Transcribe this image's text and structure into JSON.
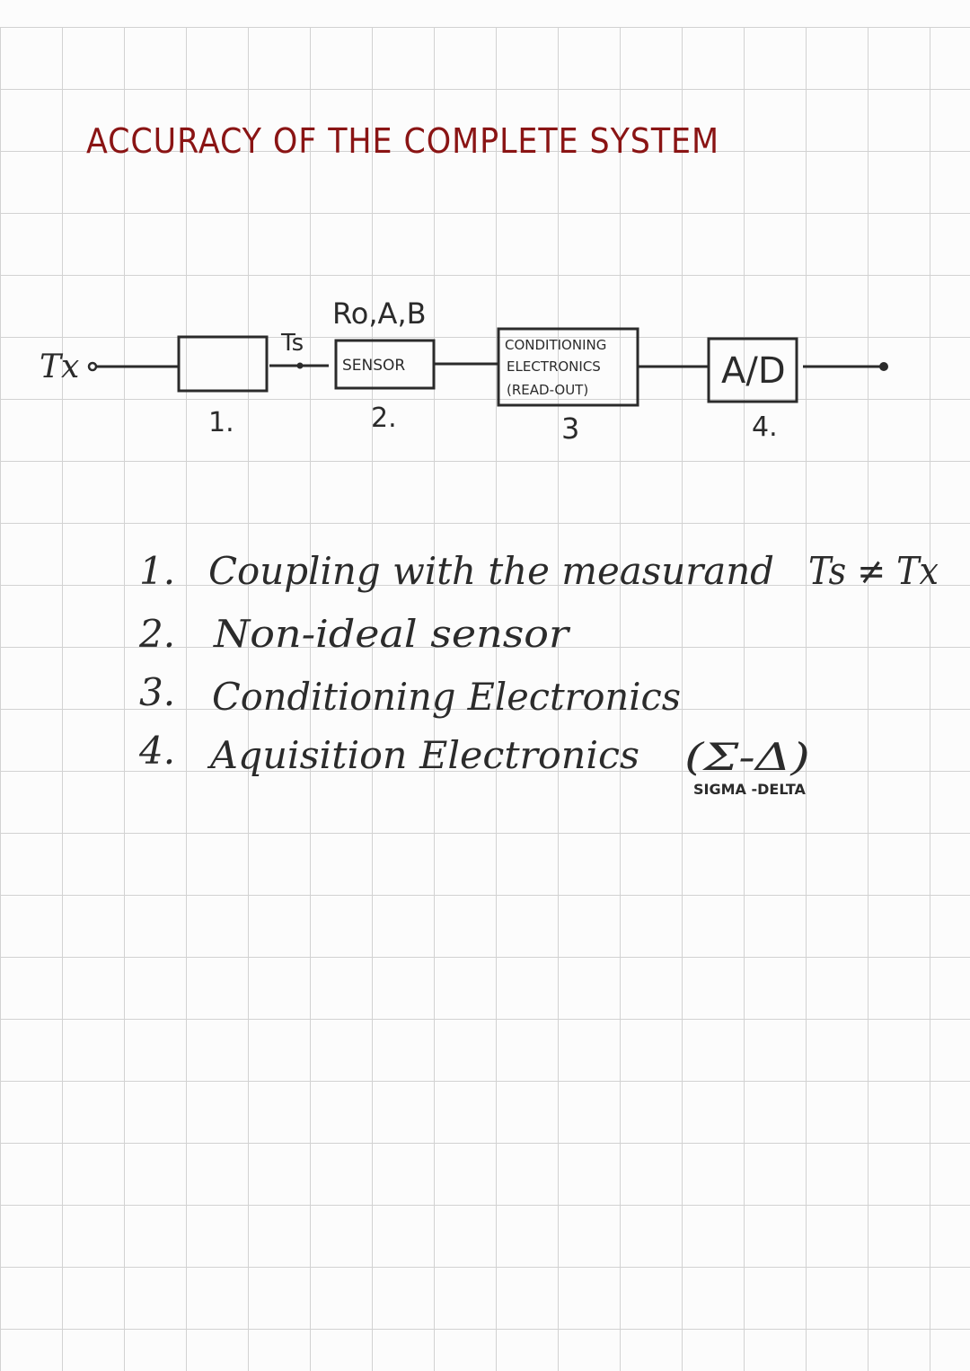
{
  "title": "ACCURACY OF THE COMPLETE SYSTEM",
  "diagram": {
    "input_label": "Tx",
    "intermediate_label": "Ts",
    "sensor_params": "Ro,A,B",
    "blocks": [
      {
        "number": "1.",
        "label": ""
      },
      {
        "number": "2.",
        "label": "SENSOR"
      },
      {
        "number": "3",
        "label_lines": [
          "CONDITIONING",
          "ELECTRONICS",
          "(READ-OUT)"
        ]
      },
      {
        "number": "4.",
        "label": "A/D"
      }
    ]
  },
  "notes": [
    {
      "number": "1.",
      "text": "Coupling with the measurand",
      "extra": "Ts ≠ Tx"
    },
    {
      "number": "2.",
      "text": "Non-ideal sensor"
    },
    {
      "number": "3.",
      "text": "Conditioning Electronics"
    },
    {
      "number": "4.",
      "text": "Aquisition Electronics",
      "extra": "(Σ-Δ)",
      "annotation": "SIGMA -DELTA"
    }
  ],
  "colors": {
    "title": "#8a1414",
    "ink": "#2b2b2b",
    "grid": "#d2d2d2"
  }
}
